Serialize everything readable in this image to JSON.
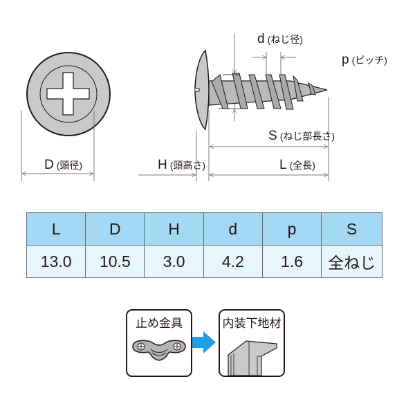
{
  "labels": {
    "d": {
      "sym": "d",
      "jp": "(ねじ径)"
    },
    "p": {
      "sym": "p",
      "jp": "(ピッチ)"
    },
    "S": {
      "sym": "S",
      "jp": "(ねじ部長さ)"
    },
    "D": {
      "sym": "D",
      "jp": "(頭径)"
    },
    "H": {
      "sym": "H",
      "jp": "(頭高さ)"
    },
    "L": {
      "sym": "L",
      "jp": "(全長)"
    }
  },
  "table": {
    "headers": [
      "L",
      "D",
      "H",
      "d",
      "p",
      "S"
    ],
    "values": [
      "13.0",
      "10.5",
      "3.0",
      "4.2",
      "1.6",
      "全ねじ"
    ]
  },
  "usage": {
    "from": "止め金具",
    "to": "内装下地材",
    "arrow_color": "#1ea0e6"
  },
  "colors": {
    "header_bg": "#a3d9f5",
    "row_bg": "#e8f5fc",
    "metal": "#c9c9c9"
  }
}
